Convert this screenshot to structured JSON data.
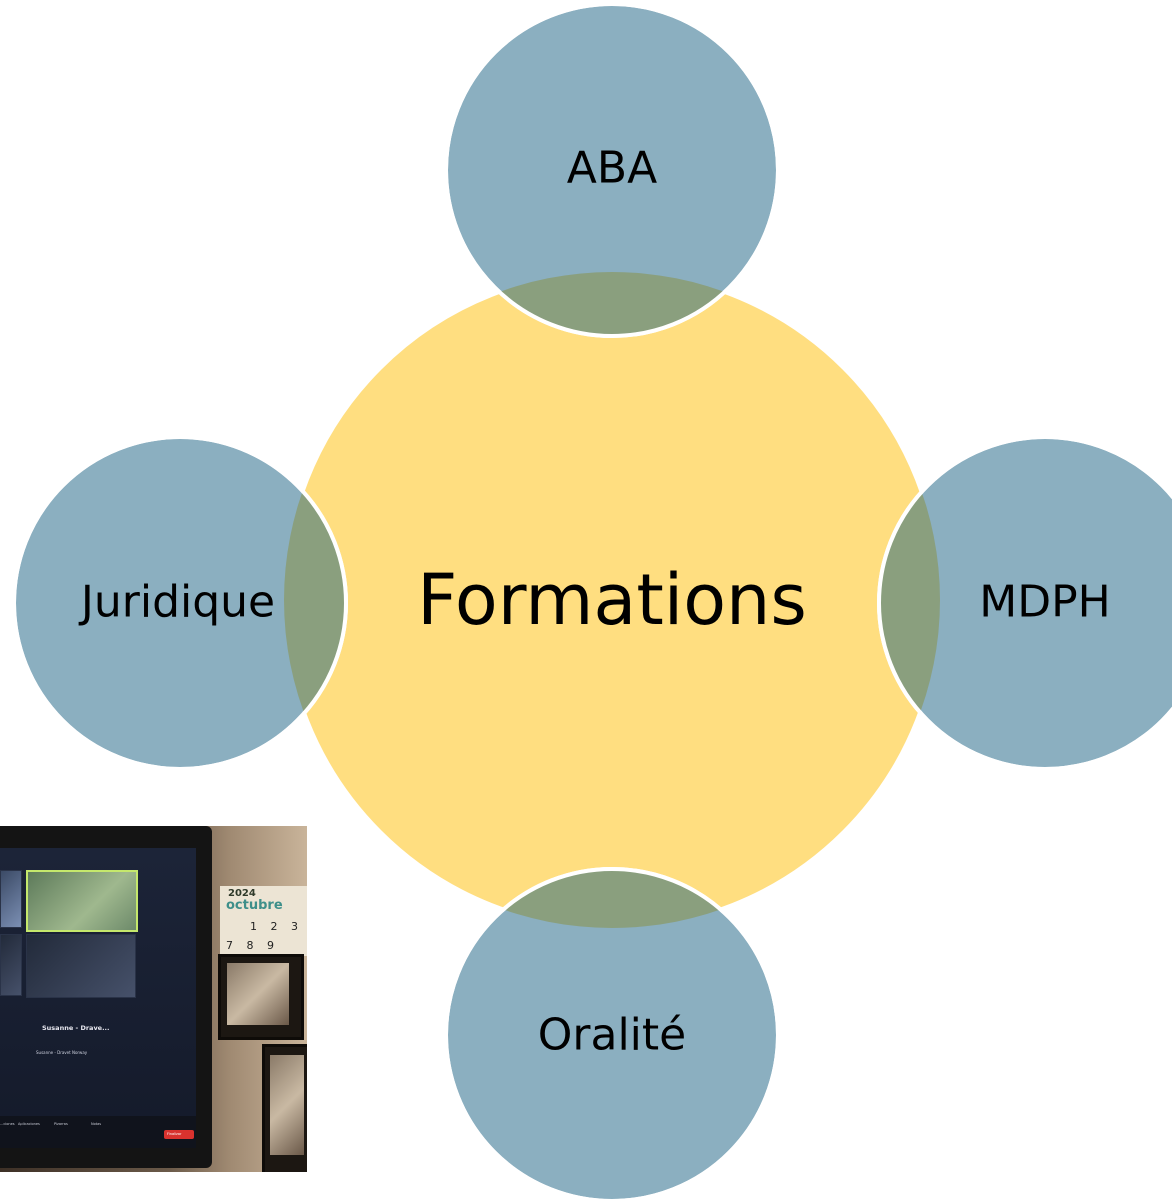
{
  "diagram": {
    "center": {
      "label": "Formations",
      "color": "#FFDE80"
    },
    "satellites": [
      {
        "id": "aba",
        "label": "ABA"
      },
      {
        "id": "mdph",
        "label": "MDPH"
      },
      {
        "id": "oralite",
        "label": "Oralité"
      },
      {
        "id": "juridique",
        "label": "Juridique"
      }
    ],
    "satellite_color": "#8BAFC0",
    "overlap_color": "#8A9F7E"
  },
  "photo_inset": {
    "participant_name": "Susanne - Drave...",
    "participant_subtitle": "Susanne - Dravet Norway",
    "calendar_year": "2024",
    "calendar_month": "octubre",
    "calendar_row1": "1 2 3",
    "calendar_row2": "7 8 9",
    "toolbar_items": [
      "...ciones",
      "Aplicaciones",
      "Pizarras",
      "Notas"
    ],
    "end_button_label": "Finalizar"
  }
}
